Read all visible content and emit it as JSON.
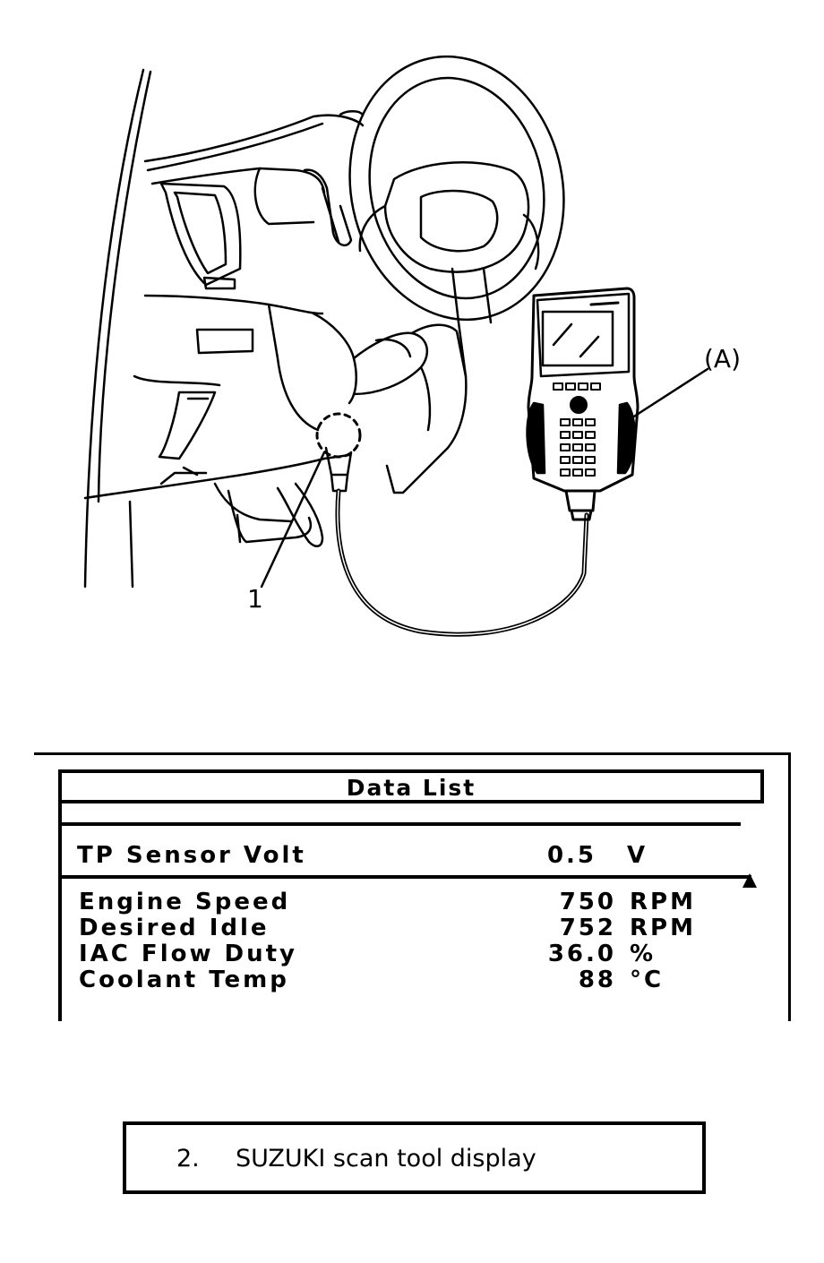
{
  "illustration": {
    "callout_a": "(A)",
    "callout_1": "1"
  },
  "display": {
    "title": "Data List",
    "selected_row": {
      "label": "TP Sensor Volt",
      "value": "0.5",
      "unit": "V"
    },
    "rows": [
      {
        "label": "Engine Speed",
        "value": "750",
        "unit": "RPM"
      },
      {
        "label": "Desired  Idle",
        "value": "752",
        "unit": "RPM"
      },
      {
        "label": "IAC Flow Duty",
        "value": "36.0",
        "unit": "%"
      },
      {
        "label": "Coolant Temp",
        "value": "88",
        "unit": "°C"
      }
    ]
  },
  "caption": {
    "number": "2.",
    "text": "SUZUKI scan tool display"
  }
}
